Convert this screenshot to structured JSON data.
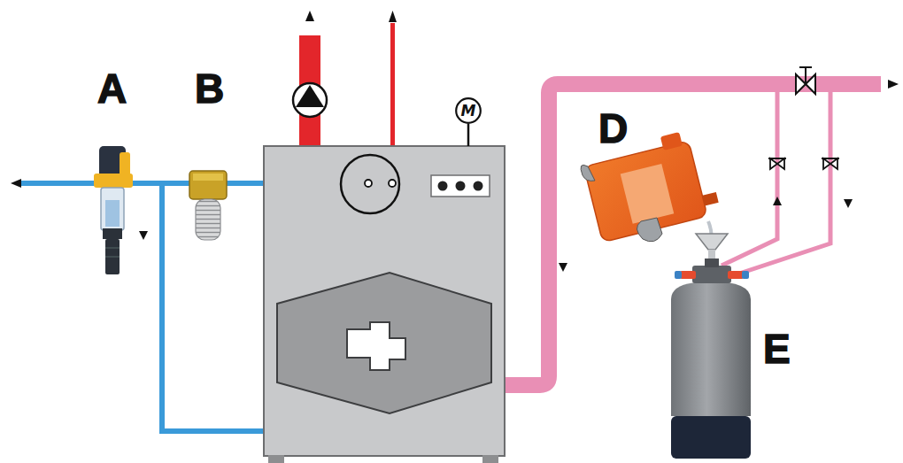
{
  "diagram": {
    "nodes": [
      {
        "text": [
          "M"
        ]
      }
    ],
    "labels": [
      "A",
      "B",
      "D",
      "E"
    ]
  }
}
